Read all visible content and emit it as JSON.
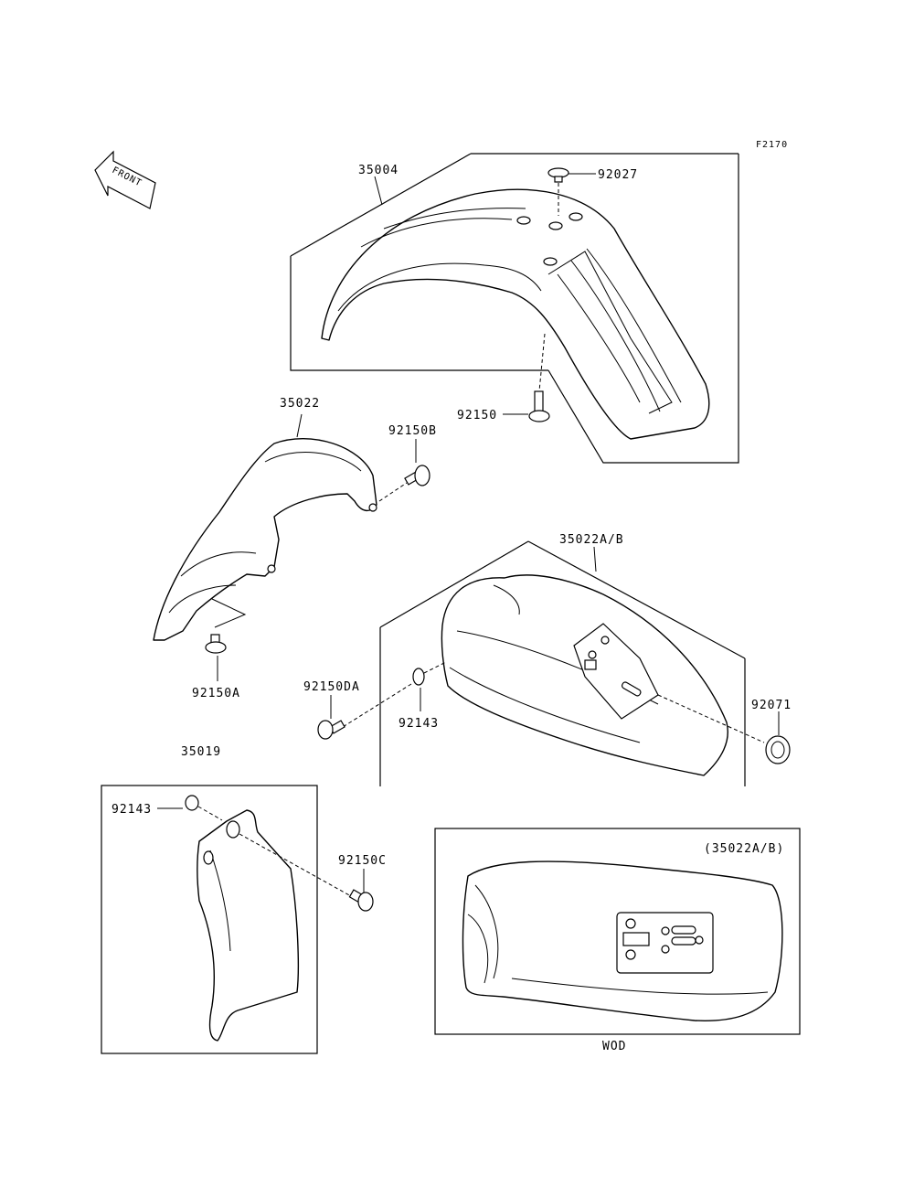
{
  "figure_code": "F2170",
  "direction_arrow": "FRONT",
  "part_numbers": {
    "front_fender": "35004",
    "fender_bolt_top": "92027",
    "fender_screw": "92150",
    "rear_fender_flap": "35022",
    "bolt_b": "92150B",
    "bolt_a": "92150A",
    "rear_fender_ab": "35022A/B",
    "bolt_da": "92150DA",
    "washer_center": "92143",
    "grommet": "92071",
    "assembly_35019": "35019",
    "washer_left": "92143",
    "bolt_c": "92150C"
  },
  "inset": {
    "title": "(35022A/B)",
    "caption": "WOD"
  },
  "colors": {
    "line": "#000000",
    "background": "#ffffff"
  }
}
